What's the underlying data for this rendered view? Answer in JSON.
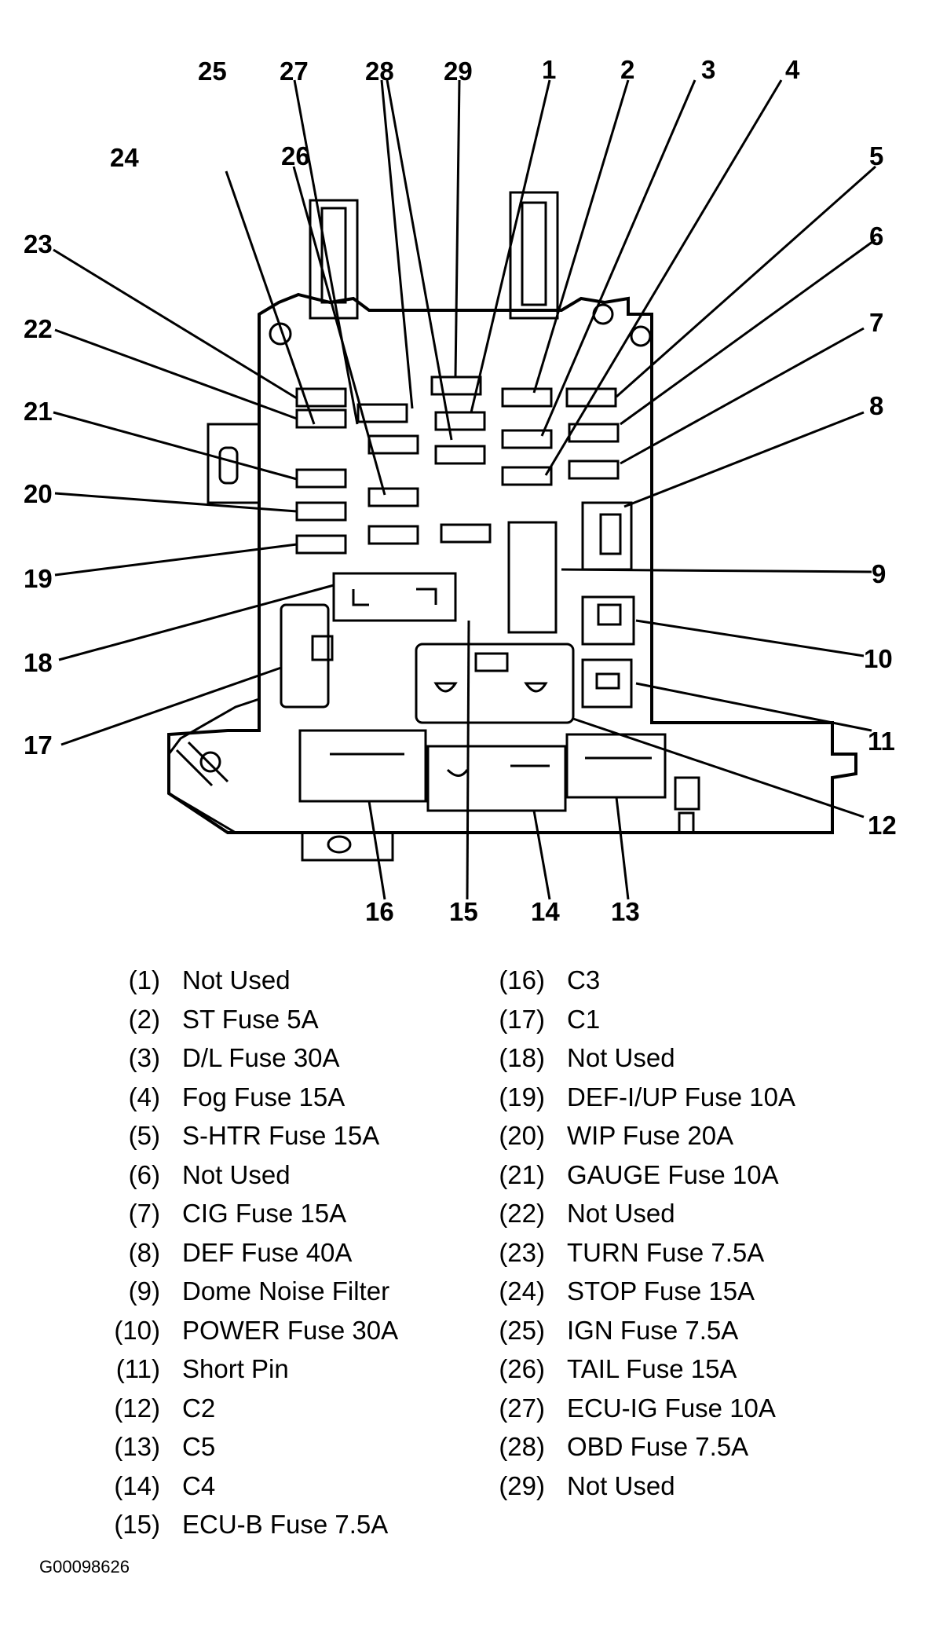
{
  "figure_id": "G00098626",
  "callouts": [
    "1",
    "2",
    "3",
    "4",
    "5",
    "6",
    "7",
    "8",
    "9",
    "10",
    "11",
    "12",
    "13",
    "14",
    "15",
    "16",
    "17",
    "18",
    "19",
    "20",
    "21",
    "22",
    "23",
    "24",
    "25",
    "26",
    "27",
    "28",
    "29"
  ],
  "legend_left": [
    {
      "num": "(1)",
      "text": "Not Used"
    },
    {
      "num": "(2)",
      "text": "ST Fuse 5A"
    },
    {
      "num": "(3)",
      "text": "D/L Fuse 30A"
    },
    {
      "num": "(4)",
      "text": "Fog Fuse 15A"
    },
    {
      "num": "(5)",
      "text": "S-HTR Fuse 15A"
    },
    {
      "num": "(6)",
      "text": "Not Used"
    },
    {
      "num": "(7)",
      "text": "CIG Fuse 15A"
    },
    {
      "num": "(8)",
      "text": "DEF Fuse 40A"
    },
    {
      "num": "(9)",
      "text": "Dome Noise Filter"
    },
    {
      "num": "(10)",
      "text": "POWER Fuse 30A"
    },
    {
      "num": "(11)",
      "text": "Short Pin"
    },
    {
      "num": "(12)",
      "text": "C2"
    },
    {
      "num": "(13)",
      "text": "C5"
    },
    {
      "num": "(14)",
      "text": "C4"
    },
    {
      "num": "(15)",
      "text": "ECU-B Fuse 7.5A"
    }
  ],
  "legend_right": [
    {
      "num": "(16)",
      "text": "C3"
    },
    {
      "num": "(17)",
      "text": "C1"
    },
    {
      "num": "(18)",
      "text": "Not Used"
    },
    {
      "num": "(19)",
      "text": "DEF-I/UP Fuse 10A"
    },
    {
      "num": "(20)",
      "text": "WIP Fuse 20A"
    },
    {
      "num": "(21)",
      "text": "GAUGE Fuse 10A"
    },
    {
      "num": "(22)",
      "text": "Not Used"
    },
    {
      "num": "(23)",
      "text": "TURN Fuse 7.5A"
    },
    {
      "num": "(24)",
      "text": "STOP Fuse 15A"
    },
    {
      "num": "(25)",
      "text": "IGN Fuse 7.5A"
    },
    {
      "num": "(26)",
      "text": "TAIL Fuse 15A"
    },
    {
      "num": "(27)",
      "text": "ECU-IG Fuse 10A"
    },
    {
      "num": "(28)",
      "text": "OBD Fuse 7.5A"
    },
    {
      "num": "(29)",
      "text": "Not Used"
    }
  ]
}
